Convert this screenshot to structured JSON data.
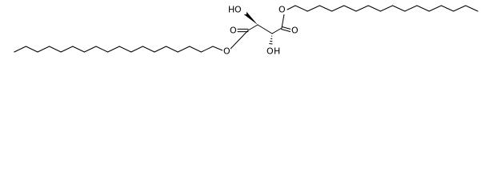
{
  "molecule": {
    "atoms": {
      "o1": "O",
      "o2": "O",
      "o3": "O",
      "o4": "O",
      "oh1_h": "H",
      "oh1_o": "O",
      "oh2_o": "O",
      "oh2_h": "H"
    },
    "chains": {
      "upper_carbons": 16,
      "lower_carbons": 18
    },
    "colors": {
      "line": "#000000",
      "background": "#ffffff"
    }
  }
}
